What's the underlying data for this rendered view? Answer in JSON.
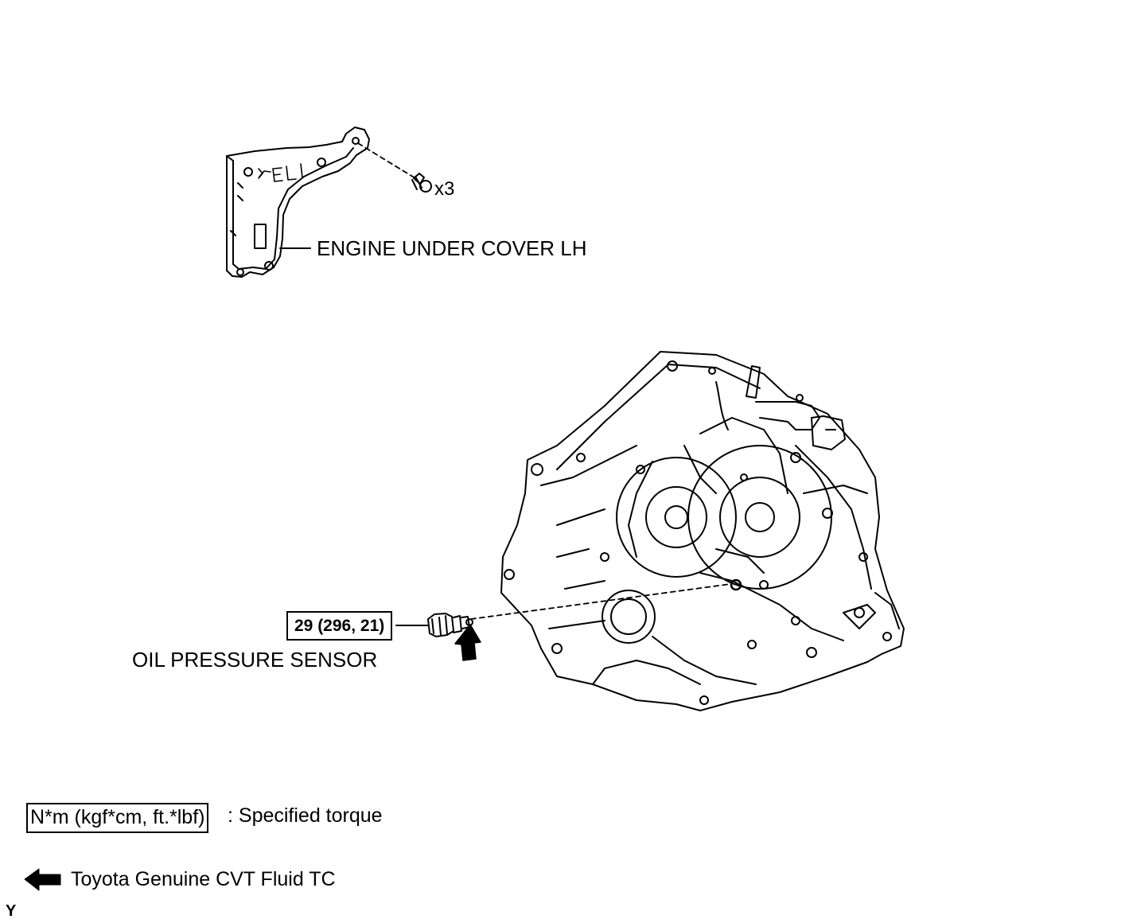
{
  "callouts": {
    "bolt_qty": "x3",
    "engine_cover": "ENGINE UNDER COVER LH",
    "sensor": "OIL PRESSURE SENSOR",
    "torque_value": "29 (296, 21)"
  },
  "legend": {
    "torque_units": "N*m (kgf*cm, ft.*lbf)",
    "torque_desc": ": Specified torque",
    "fluid_desc": "Toyota Genuine CVT Fluid TC"
  },
  "corner_mark": "Y"
}
